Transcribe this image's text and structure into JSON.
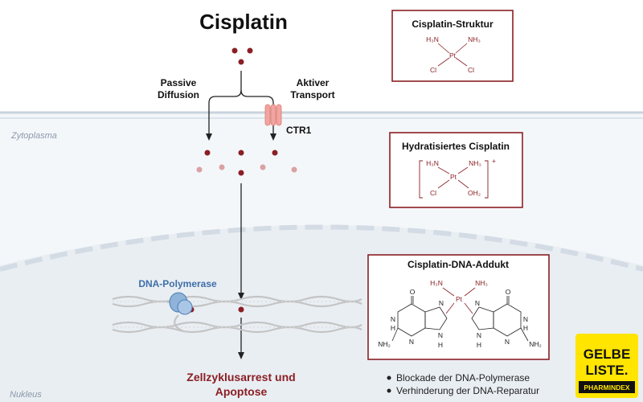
{
  "title": "Cisplatin",
  "pathway": {
    "passive_line1": "Passive",
    "passive_line2": "Diffusion",
    "active_line1": "Aktiver",
    "active_line2": "Transport",
    "transporter": "CTR1"
  },
  "regions": {
    "cytoplasm": "Zytoplasma",
    "nucleus": "Nukleus"
  },
  "dna_polymerase_label": "DNA-Polymerase",
  "outcome": {
    "line1": "Zellzyklusarrest und",
    "line2": "Apoptose"
  },
  "box_structure": {
    "title": "Cisplatin-Struktur",
    "h3n_left": "H₃N",
    "nh3_right": "NH₃",
    "pt": "Pt",
    "cl_left": "Cl",
    "cl_right": "Cl"
  },
  "box_hydrated": {
    "title": "Hydratisiertes Cisplatin",
    "h3n_left": "H₃N",
    "nh3_right": "NH₃",
    "pt": "Pt",
    "cl_left": "Cl",
    "oh2_right": "OH₂",
    "charge": "+"
  },
  "box_adduct": {
    "title": "Cisplatin-DNA-Addukt",
    "h3n_left": "H₃N",
    "nh3_right": "NH₃",
    "pt": "Pt",
    "o_left": "O",
    "o_right": "O",
    "n_labels": [
      "N",
      "N",
      "N",
      "N",
      "N",
      "N",
      "N",
      "N"
    ],
    "h_labels": [
      "H",
      "H",
      "H",
      "H"
    ],
    "nh2_left": "NH₂",
    "nh2_right": "NH₂"
  },
  "bullets": [
    "Blockade der DNA-Polymerase",
    "Verhinderung der DNA-Reparatur"
  ],
  "logo": {
    "line1": "GELBE",
    "line2": "LISTE.",
    "line3": "PHARMINDEX"
  },
  "colors": {
    "accent_red": "#8a1f24",
    "membrane": "#c9d3de",
    "cytoplasm_bg": "#f4f7fa",
    "nucleus_bg": "#e9eef3",
    "polymerase_blue": "#3f6fa8",
    "logo_yellow": "#ffe500"
  }
}
